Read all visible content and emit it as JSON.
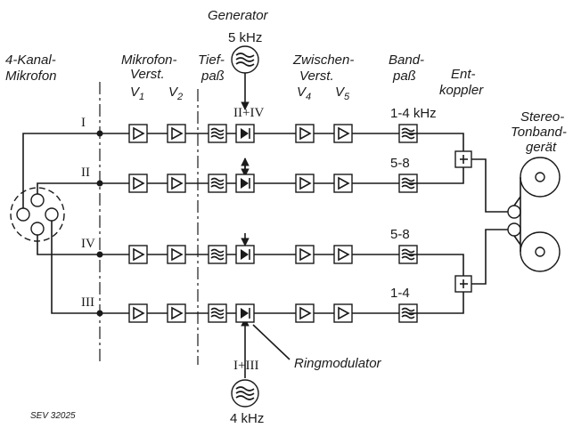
{
  "headers": {
    "mic": [
      "4-Kanal-",
      "Mikrofon"
    ],
    "preamp": [
      "Mikrofon-",
      "Verst."
    ],
    "v1": "V",
    "v1_sub": "1",
    "v2": "V",
    "v2_sub": "2",
    "lowpass": [
      "Tief-",
      "paß"
    ],
    "inter": [
      "Zwischen-",
      "Verst."
    ],
    "v4": "V",
    "v4_sub": "4",
    "v5": "V",
    "v5_sub": "5",
    "bandpass": [
      "Band-",
      "paß"
    ],
    "decoupler": [
      "Ent-",
      "koppler"
    ],
    "recorder": [
      "Stereo-",
      "Tonband-",
      "gerät"
    ]
  },
  "generator_top": {
    "title": "Generator",
    "freq": "5 kHz",
    "channels": "II+IV"
  },
  "generator_bottom": {
    "freq": "4 kHz",
    "channels": "I+III"
  },
  "ring_modulator": "Ringmodulator",
  "channels": [
    {
      "id": "I",
      "band": "1-4 kHz"
    },
    {
      "id": "II",
      "band": "5-8"
    },
    {
      "id": "IV",
      "band": "5-8"
    },
    {
      "id": "III",
      "band": "1-4"
    }
  ],
  "figure_code": "SEV 32025"
}
